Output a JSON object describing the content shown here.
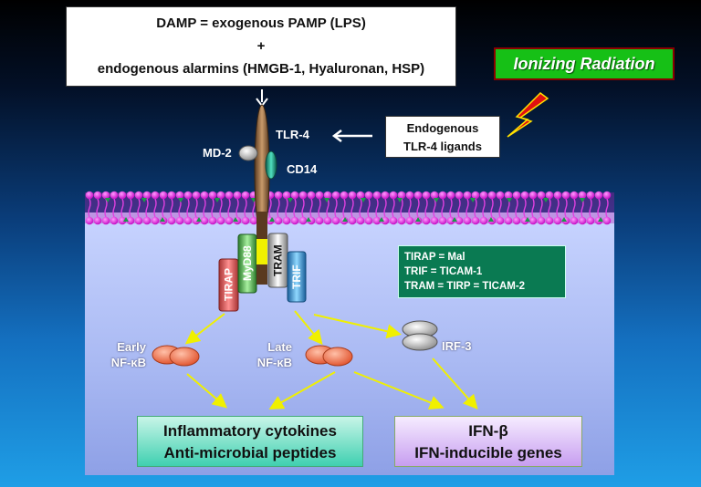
{
  "damp": {
    "line1": "DAMP = exogenous PAMP (LPS)",
    "plus": "+",
    "line2": "endogenous alarmins (HMGB-1, Hyaluronan, HSP)"
  },
  "ionizing_radiation": "Ionizing Radiation",
  "endogenous_ligands": {
    "line1": "Endogenous",
    "line2": "TLR-4 ligands"
  },
  "receptor": {
    "tlr4": "TLR-4",
    "md2": "MD-2",
    "cd14": "CD14"
  },
  "adaptors": {
    "tirap": "TIRAP",
    "myd88": "MyD88",
    "tram": "TRAM",
    "trif": "TRIF"
  },
  "aliases": [
    "TIRAP = Mal",
    "TRIF = TICAM-1",
    "TRAM = TIRP = TICAM-2"
  ],
  "factors": {
    "early_line1": "Early",
    "early_line2": "NF-κB",
    "late_line1": "Late",
    "late_line2": "NF-κB",
    "irf3": "IRF-3"
  },
  "outputs": {
    "inflam_line1": "Inflammatory cytokines",
    "inflam_line2": "Anti-microbial peptides",
    "ifn_line1": "IFN-β",
    "ifn_line2": "IFN-inducible genes"
  },
  "colors": {
    "membrane": "#e020e0",
    "arrow_yellow": "#f0f000",
    "ionize_green": "#16c016",
    "lightning_red": "#e01010",
    "nfkb_orange": "#f07850"
  }
}
